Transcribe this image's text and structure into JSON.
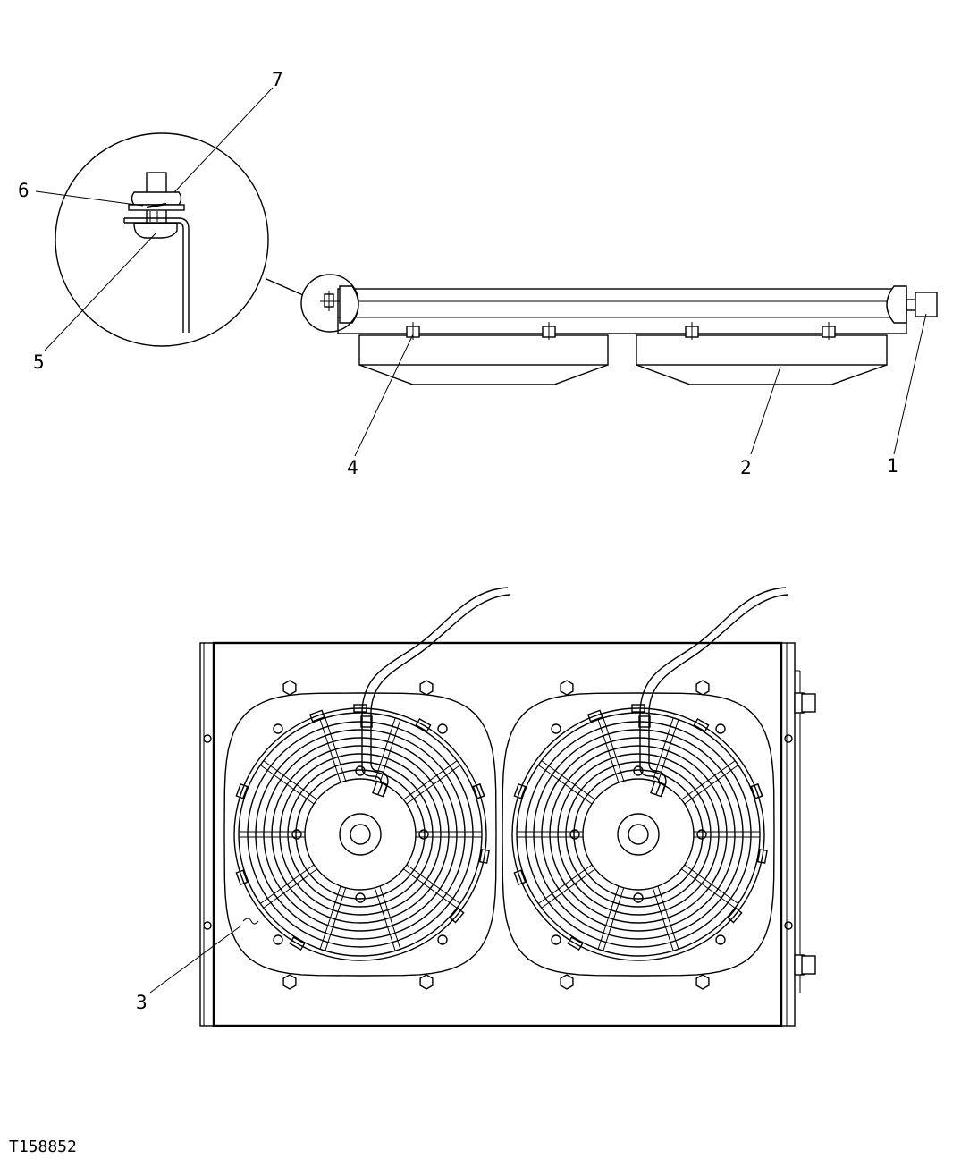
{
  "callouts": {
    "c1": "1",
    "c2": "2",
    "c3": "3",
    "c4": "4",
    "c5": "5",
    "c6": "6",
    "c7": "7"
  },
  "figure_code": "T158852"
}
